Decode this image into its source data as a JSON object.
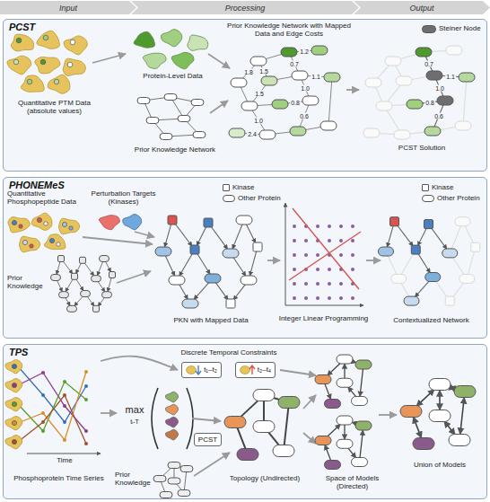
{
  "diagram": {
    "nodes": [
      {
        "text": [
          "Input"
        ]
      },
      {
        "text": [
          "Processing"
        ]
      },
      {
        "text": [
          "Output"
        ]
      },
      {
        "text": [
          "PCST"
        ]
      },
      {
        "text": [
          "PHONEMeS"
        ]
      },
      {
        "text": [
          "TPS"
        ]
      },
      {
        "text": [
          "t₁–t₂"
        ],
        "in": 5
      },
      {
        "text": [
          "t₂–t₄"
        ],
        "in": 5
      },
      {
        "text": [
          "PCST"
        ],
        "in": 5
      }
    ],
    "labels": [
      "Quantitative PTM Data (absolute values)",
      "Protein-Level Data",
      "Prior Knowledge Network",
      "Prior Knowledge Network with Mapped Data and Edge Costs",
      "1.8",
      "1.5",
      "0.7",
      "1.1",
      "1.5",
      "1.0",
      "1.2",
      "0.8",
      "2.4",
      "1.0",
      "0.6",
      "PCST Solution",
      "0.7",
      "1.1",
      "1.0",
      "0.8",
      "0.6",
      "Quantitative Phosphopeptide Data",
      "Perturbation Targets (Kinases)",
      "Prior Knowledge",
      "PKN with Mapped Data",
      "Integer Linear Programming",
      "Contextualized Network",
      "Discrete Temporal Constraints",
      "Phosphoprotein Time Series",
      "Time",
      "max",
      "tᵢ-T",
      "Prior Knowledge",
      "Topology (Undirected)",
      "Space of Models (Directed)",
      "Union of Models"
    ],
    "legend": [
      {
        "text": "Steiner Node",
        "color": "#6e6e6e"
      },
      {
        "text": "Kinase"
      },
      {
        "text": "Other Protein"
      },
      {
        "text": "Kinase"
      },
      {
        "text": "Other Protein"
      }
    ]
  }
}
